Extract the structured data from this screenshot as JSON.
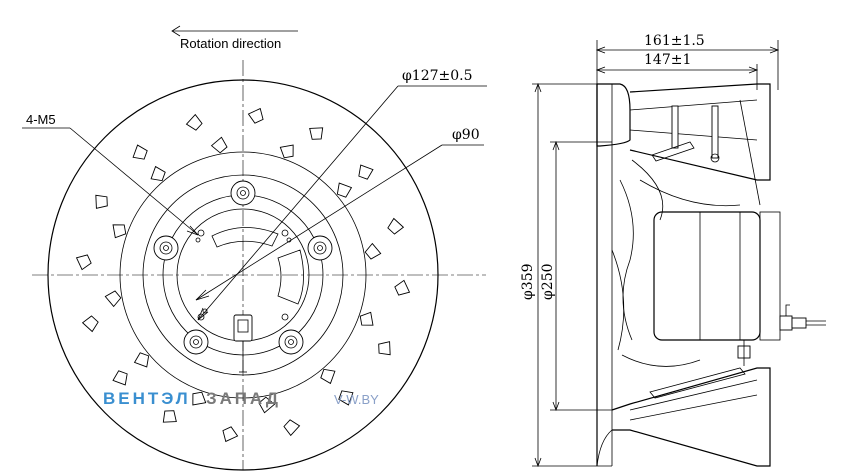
{
  "labels": {
    "rotation": "Rotation direction",
    "bolts": "4-M5",
    "pcd": "φ127±0.5",
    "hub": "φ90",
    "length_total": "161±1.5",
    "length_body": "147±1",
    "dia_outer": "φ359",
    "dia_inlet": "φ250"
  },
  "watermark": {
    "part1": "ВЕНТЭЛ",
    "part2": "ЗАПАД",
    "site": "V-W.BY",
    "color1": "#3a8fd0",
    "color2": "#7a7a7a"
  }
}
